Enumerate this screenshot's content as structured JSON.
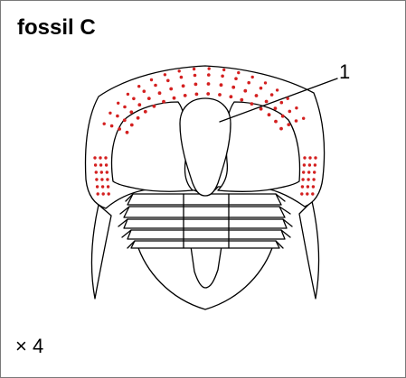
{
  "figure": {
    "title": "fossil C",
    "label_1": "1",
    "scale_text": "× 4",
    "pit_color": "#d42020",
    "line_color": "#000000"
  }
}
